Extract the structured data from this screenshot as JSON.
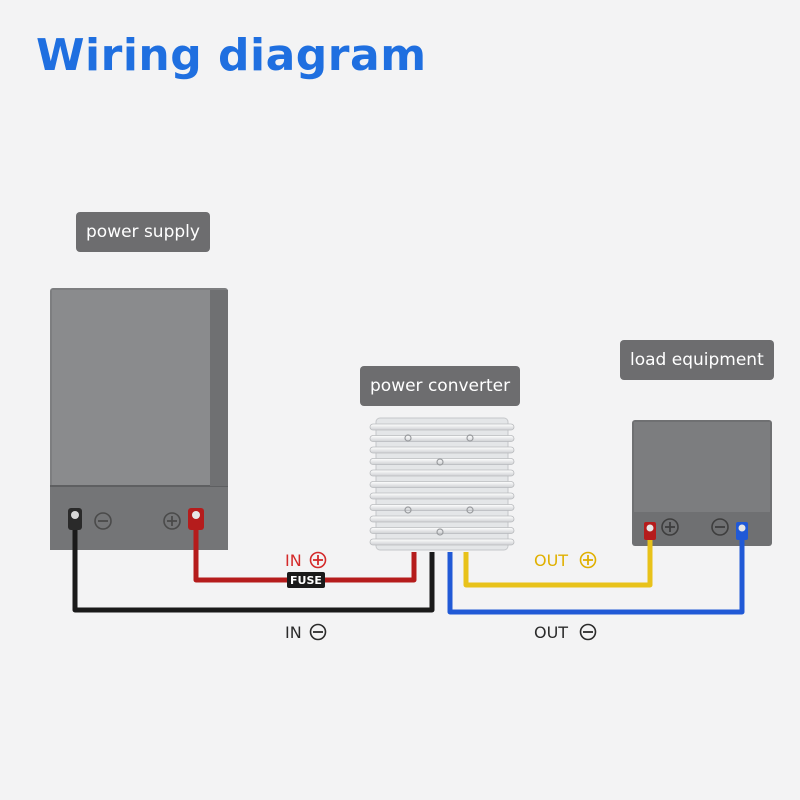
{
  "title": "Wiring diagram",
  "labels": {
    "power_supply": "power supply",
    "power_converter": "power converter",
    "load_equipment": "load equipment"
  },
  "wires": {
    "in_positive": "IN",
    "in_negative": "IN",
    "out_positive": "OUT",
    "out_negative": "OUT",
    "fuse": "FUSE"
  },
  "colors": {
    "title": "#1f6fe0",
    "in_positive_wire": "#b51c1c",
    "in_negative_wire": "#1a1a1a",
    "out_positive_wire": "#e8c21a",
    "out_negative_wire": "#2059d6",
    "in_positive_label": "#d42a2a",
    "out_positive_label": "#e0b000",
    "tag_background": "#6d6d6f"
  },
  "icons": {
    "plus": "plus-circle-icon",
    "minus": "minus-circle-icon"
  }
}
